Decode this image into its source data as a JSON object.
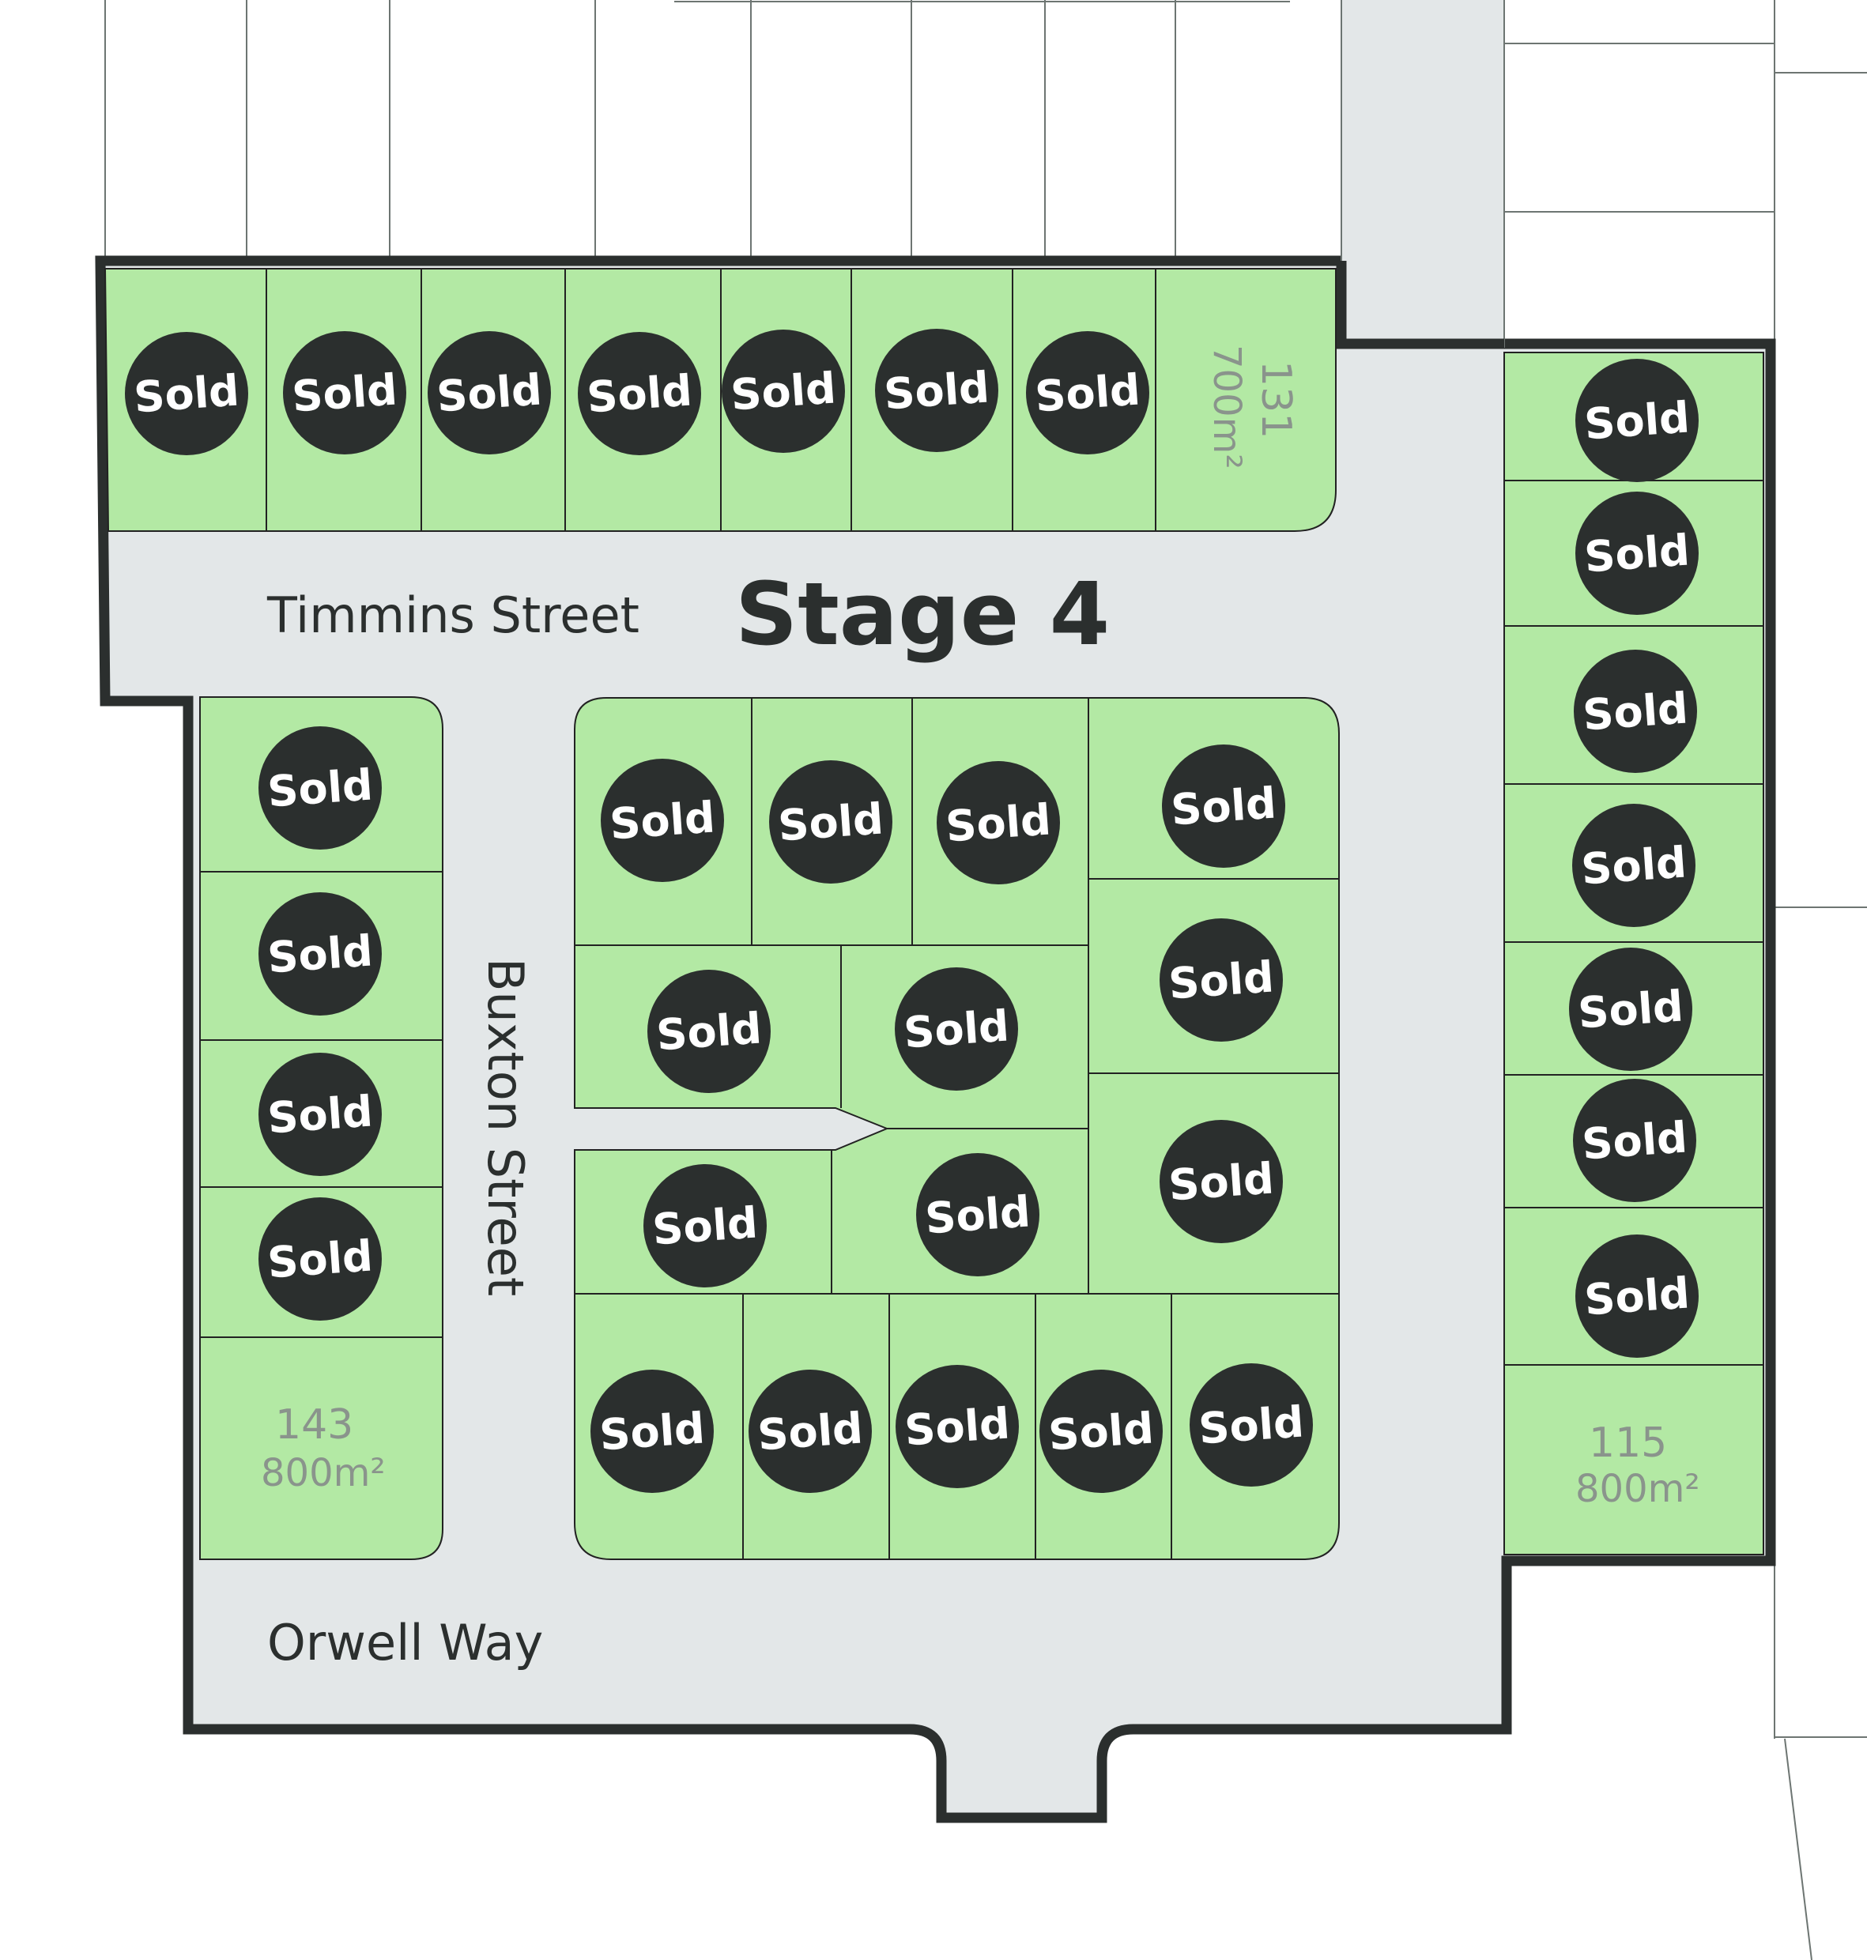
{
  "map": {
    "stage_title": "Stage 4",
    "streets": {
      "timmins": "Timmins Street",
      "buxton": "Buxton Street",
      "orwell": "Orwell Way"
    },
    "sold_label": "Sold",
    "available_lots": [
      {
        "number": "131",
        "area": "700m²"
      },
      {
        "number": "143",
        "area": "800m²"
      },
      {
        "number": "115",
        "area": "800m²"
      }
    ],
    "colors": {
      "lot_green": "#b3e9a4",
      "road_grey": "#e3e7e8",
      "sold_badge": "#2b2f2e",
      "boundary": "#2b2f2e"
    }
  }
}
